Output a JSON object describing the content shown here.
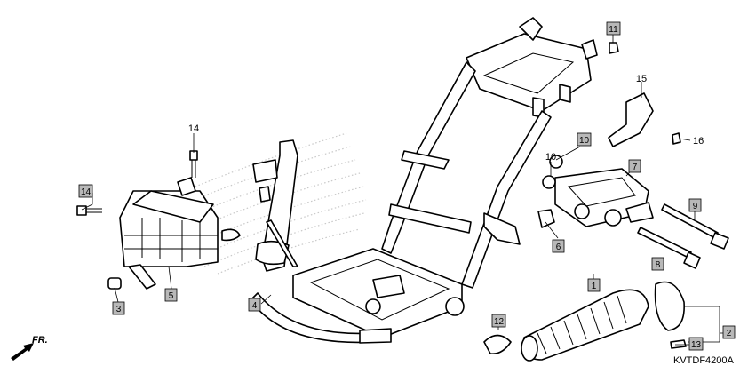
{
  "diagram": {
    "code": "KVTDF4200A",
    "direction": "FR.",
    "callouts": [
      {
        "id": "c1",
        "text": "1",
        "boxed": true
      },
      {
        "id": "c2",
        "text": "2",
        "boxed": true
      },
      {
        "id": "c3",
        "text": "3",
        "boxed": true
      },
      {
        "id": "c4",
        "text": "4",
        "boxed": true
      },
      {
        "id": "c5",
        "text": "5",
        "boxed": true
      },
      {
        "id": "c6",
        "text": "6",
        "boxed": true
      },
      {
        "id": "c7",
        "text": "7",
        "boxed": true
      },
      {
        "id": "c8",
        "text": "8",
        "boxed": true
      },
      {
        "id": "c9",
        "text": "9",
        "boxed": true
      },
      {
        "id": "c10a",
        "text": "10",
        "boxed": true
      },
      {
        "id": "c10b",
        "text": "10",
        "boxed": false
      },
      {
        "id": "c11",
        "text": "11",
        "boxed": true
      },
      {
        "id": "c12",
        "text": "12",
        "boxed": true
      },
      {
        "id": "c13",
        "text": "13",
        "boxed": true
      },
      {
        "id": "c14a",
        "text": "14",
        "boxed": true
      },
      {
        "id": "c14b",
        "text": "14",
        "boxed": false
      },
      {
        "id": "c15",
        "text": "15",
        "boxed": false
      },
      {
        "id": "c16",
        "text": "16",
        "boxed": false
      }
    ]
  }
}
